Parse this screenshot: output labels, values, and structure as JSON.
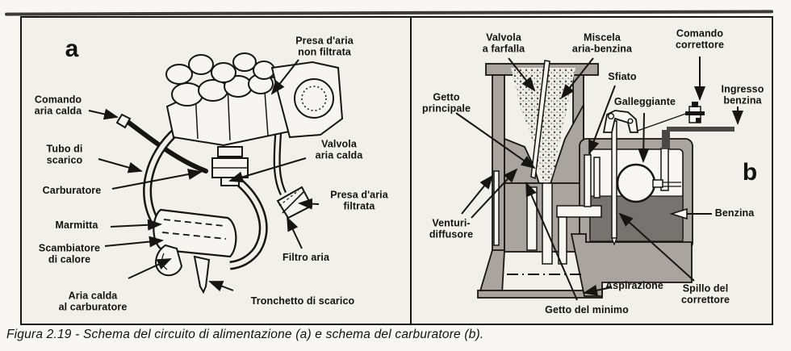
{
  "figure": {
    "caption": "Figura 2.19 - Schema del circuito di alimentazione (a) e schema del carburatore (b).",
    "colors": {
      "ink": "#171513",
      "paper": "#f2f0ea",
      "body_gray": "#a9a59e",
      "fuel_gray": "#767370",
      "inlet_dark": "#4a4846"
    },
    "panel_a": {
      "letter": "a",
      "labels": {
        "presa_aria_non_filtrata": "Presa d'aria\nnon filtrata",
        "comando_aria_calda": "Comando\naria calda",
        "tubo_di_scarico": "Tubo di\nscarico",
        "carburatore": "Carburatore",
        "marmitta": "Marmitta",
        "scambiatore_di_calore": "Scambiatore\ndi calore",
        "aria_calda_al_carburatore": "Aria calda\nal carburatore",
        "valvola_aria_calda": "Valvola\naria calda",
        "presa_aria_filtrata": "Presa d'aria\nfiltrata",
        "filtro_aria": "Filtro aria",
        "tronchetto_di_scarico": "Tronchetto di scarico"
      }
    },
    "panel_b": {
      "letter": "b",
      "labels": {
        "valvola_a_farfalla": "Valvola\na farfalla",
        "miscela_aria_benzina": "Miscela\naria-benzina",
        "comando_correttore": "Comando\ncorrettore",
        "sfiato": "Sfiato",
        "galleggiante": "Galleggiante",
        "ingresso_benzina": "Ingresso\nbenzina",
        "getto_principale": "Getto\nprincipale",
        "venturi_diffusore": "Venturi-\ndiffusore",
        "getto_del_minimo": "Getto del minimo",
        "aspirazione": "Aspirazione",
        "spillo_del_correttore": "Spillo del\ncorrettore",
        "benzina": "Benzina"
      }
    }
  }
}
